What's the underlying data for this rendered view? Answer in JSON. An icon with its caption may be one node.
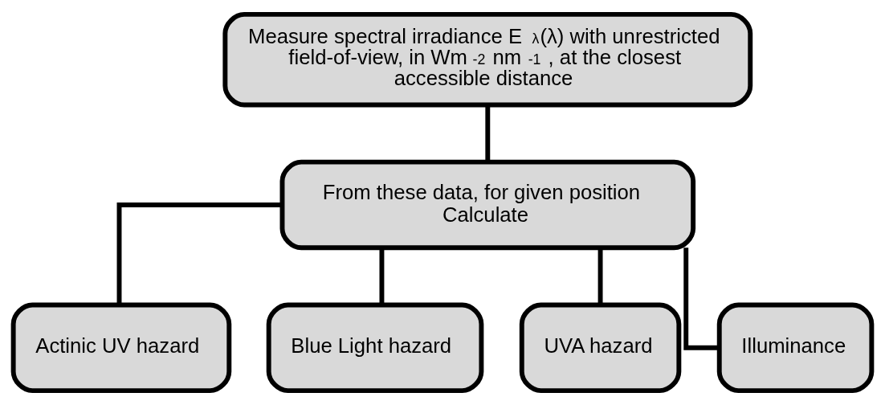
{
  "diagram": {
    "nodes": [
      {
        "text": [
          "Measure spectral irradiance E$_{λ}$(λ) with unrestricted field-of-view, in Wm$^{-2}$ nm $^{-1}$ , at the closest accessible distance"
        ]
      },
      {
        "text": [
          "From these data, for given position",
          "Calculate"
        ]
      },
      {
        "text": [
          "Actinic UV hazard"
        ]
      },
      {
        "text": [
          "Blue Light hazard"
        ]
      },
      {
        "text": [
          "UVA hazard"
        ]
      },
      {
        "text": [
          "Illuminance"
        ]
      }
    ],
    "edges": [
      {
        "from": 0,
        "to": 1,
        "arrow": "none"
      },
      {
        "from": 1,
        "to": 2,
        "arrow": "none"
      },
      {
        "from": 1,
        "to": 3,
        "arrow": "none"
      },
      {
        "from": 1,
        "to": 4,
        "arrow": "none"
      },
      {
        "from": 1,
        "to": 5,
        "arrow": "none"
      }
    ]
  }
}
